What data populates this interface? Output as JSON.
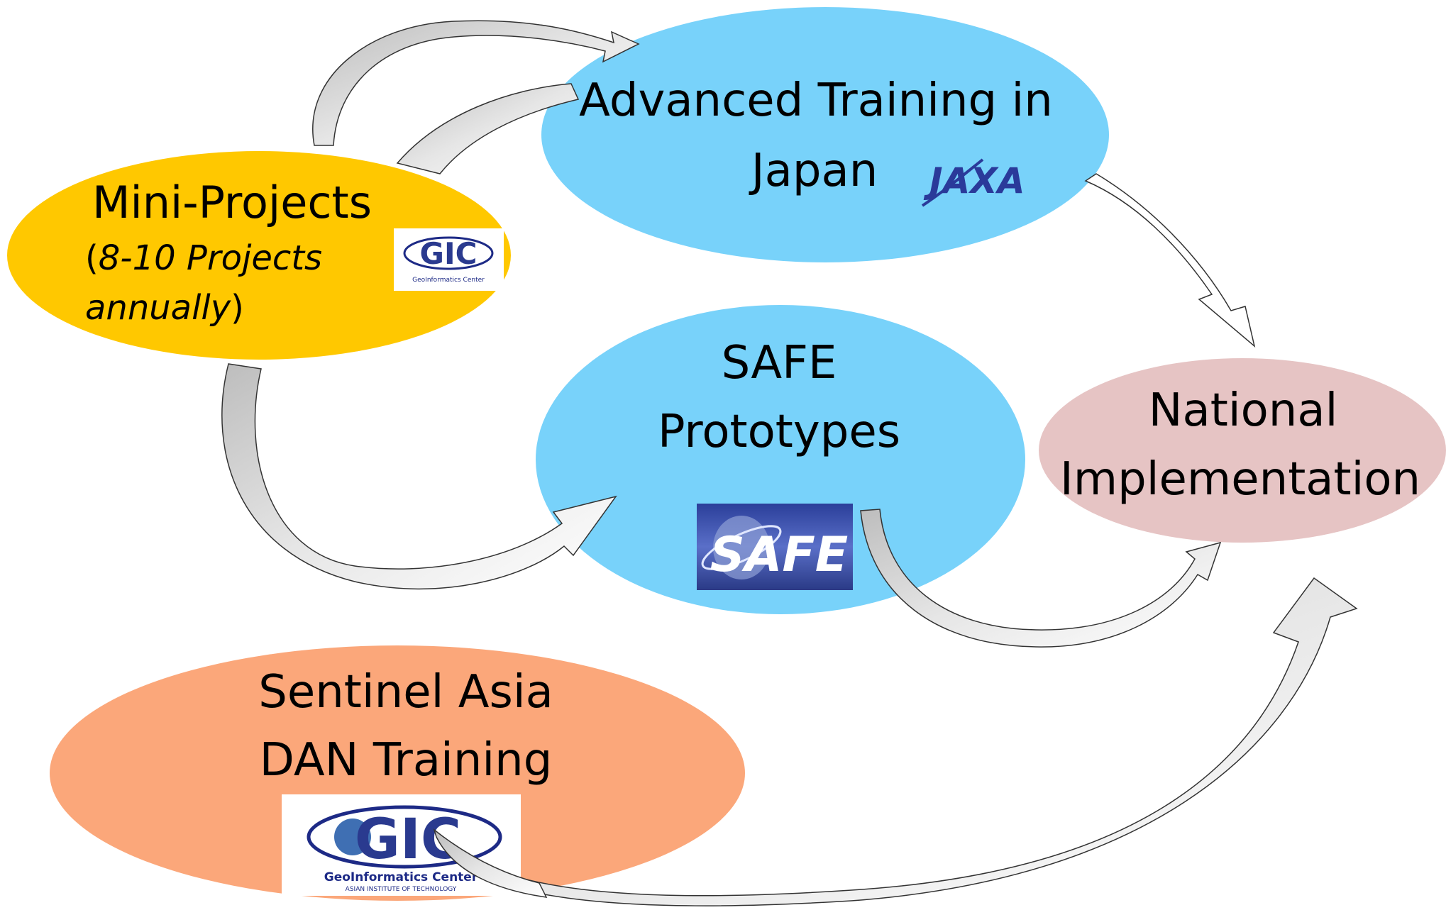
{
  "nodes": {
    "mini_projects": {
      "title": "Mini-Projects",
      "note_open": "(",
      "note_italic_1": "8-10 Projects",
      "note_italic_2": "annually",
      "note_close": ")",
      "color": "#FFC800"
    },
    "advanced_training": {
      "line1": "Advanced Training in",
      "line2": "Japan",
      "color": "#78D2FA"
    },
    "safe_prototypes": {
      "line1": "SAFE",
      "line2": "Prototypes",
      "color": "#78D2FA"
    },
    "national_implementation": {
      "line1": "National",
      "line2": "Implementation",
      "color": "#E6C4C4"
    },
    "sentinel_asia": {
      "line1": "Sentinel Asia",
      "line2": "DAN Training",
      "color": "#FBA77A"
    }
  },
  "logos": {
    "gic_small": {
      "text": "GIC",
      "subtitle": "GeoInformatics Center"
    },
    "gic_large": {
      "text": "GIC",
      "subtitle": "GeoInformatics Center",
      "subtitle2": "ASIAN INSTITUTE OF TECHNOLOGY"
    },
    "jaxa": {
      "text": "JAXA"
    },
    "safe": {
      "text": "SAFE"
    }
  }
}
